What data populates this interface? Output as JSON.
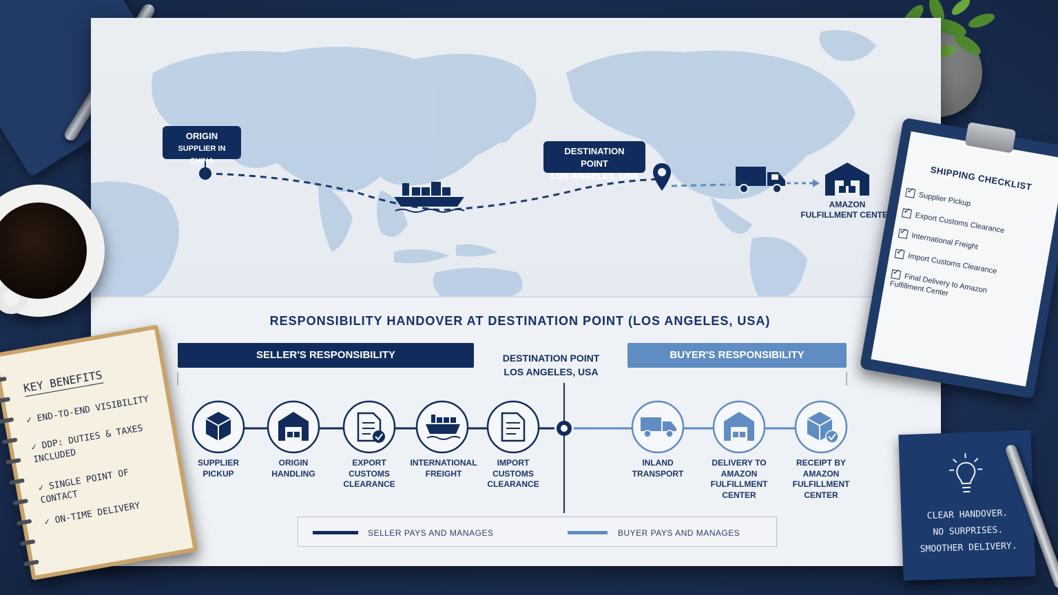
{
  "map": {
    "origin": {
      "title": "ORIGIN",
      "subtitle": "SUPPLIER IN CHINA"
    },
    "destination": {
      "line1": "DESTINATION POINT",
      "line2": "LOS ANGELES, USA"
    },
    "fulfillment": {
      "line1": "AMAZON",
      "line2": "FULFILLMENT CENTER"
    }
  },
  "handover": {
    "title": "RESPONSIBILITY HANDOVER AT DESTINATION POINT (LOS ANGELES, USA)",
    "seller_label": "SELLER'S RESPONSIBILITY",
    "buyer_label": "BUYER'S RESPONSIBILITY",
    "destination": {
      "line1": "DESTINATION POINT",
      "line2": "LOS ANGELES, USA"
    },
    "seller_steps": [
      {
        "line1": "SUPPLIER",
        "line2": "PICKUP",
        "line3": "",
        "line4": "",
        "icon": "package-icon"
      },
      {
        "line1": "ORIGIN",
        "line2": "HANDLING",
        "line3": "",
        "line4": "",
        "icon": "warehouse-icon"
      },
      {
        "line1": "EXPORT",
        "line2": "CUSTOMS",
        "line3": "CLEARANCE",
        "line4": "",
        "icon": "document-check-icon"
      },
      {
        "line1": "INTERNATIONAL",
        "line2": "FREIGHT",
        "line3": "",
        "line4": "",
        "icon": "cargo-ship-icon"
      },
      {
        "line1": "IMPORT",
        "line2": "CUSTOMS",
        "line3": "CLEARANCE",
        "line4": "",
        "icon": "document-icon"
      }
    ],
    "buyer_steps": [
      {
        "line1": "INLAND",
        "line2": "TRANSPORT",
        "line3": "",
        "line4": "",
        "icon": "truck-icon"
      },
      {
        "line1": "DELIVERY TO",
        "line2": "AMAZON",
        "line3": "FULFILLMENT",
        "line4": "CENTER",
        "icon": "warehouse-icon"
      },
      {
        "line1": "RECEIPT BY",
        "line2": "AMAZON",
        "line3": "FULFILLMENT",
        "line4": "CENTER",
        "icon": "box-check-icon"
      }
    ],
    "legend": {
      "seller": "SELLER PAYS AND MANAGES",
      "buyer": "BUYER PAYS AND MANAGES"
    },
    "colors": {
      "seller": "#112c5c",
      "buyer": "#5f8cc2"
    }
  },
  "checklist": {
    "title": "SHIPPING CHECKLIST",
    "items": [
      "Supplier Pickup",
      "Export Customs Clearance",
      "International Freight",
      "Import Customs Clearance",
      "Final Delivery to Amazon Fulfillment Center"
    ]
  },
  "notepad": {
    "title": "KEY BENEFITS",
    "items": [
      "END-TO-END VISIBILITY",
      "DDP: DUTIES & TAXES INCLUDED",
      "SINGLE POINT OF CONTACT",
      "ON-TIME DELIVERY"
    ]
  },
  "card": {
    "lines": [
      "CLEAR HANDOVER.",
      "NO SURPRISES.",
      "SMOOTHER DELIVERY."
    ]
  }
}
